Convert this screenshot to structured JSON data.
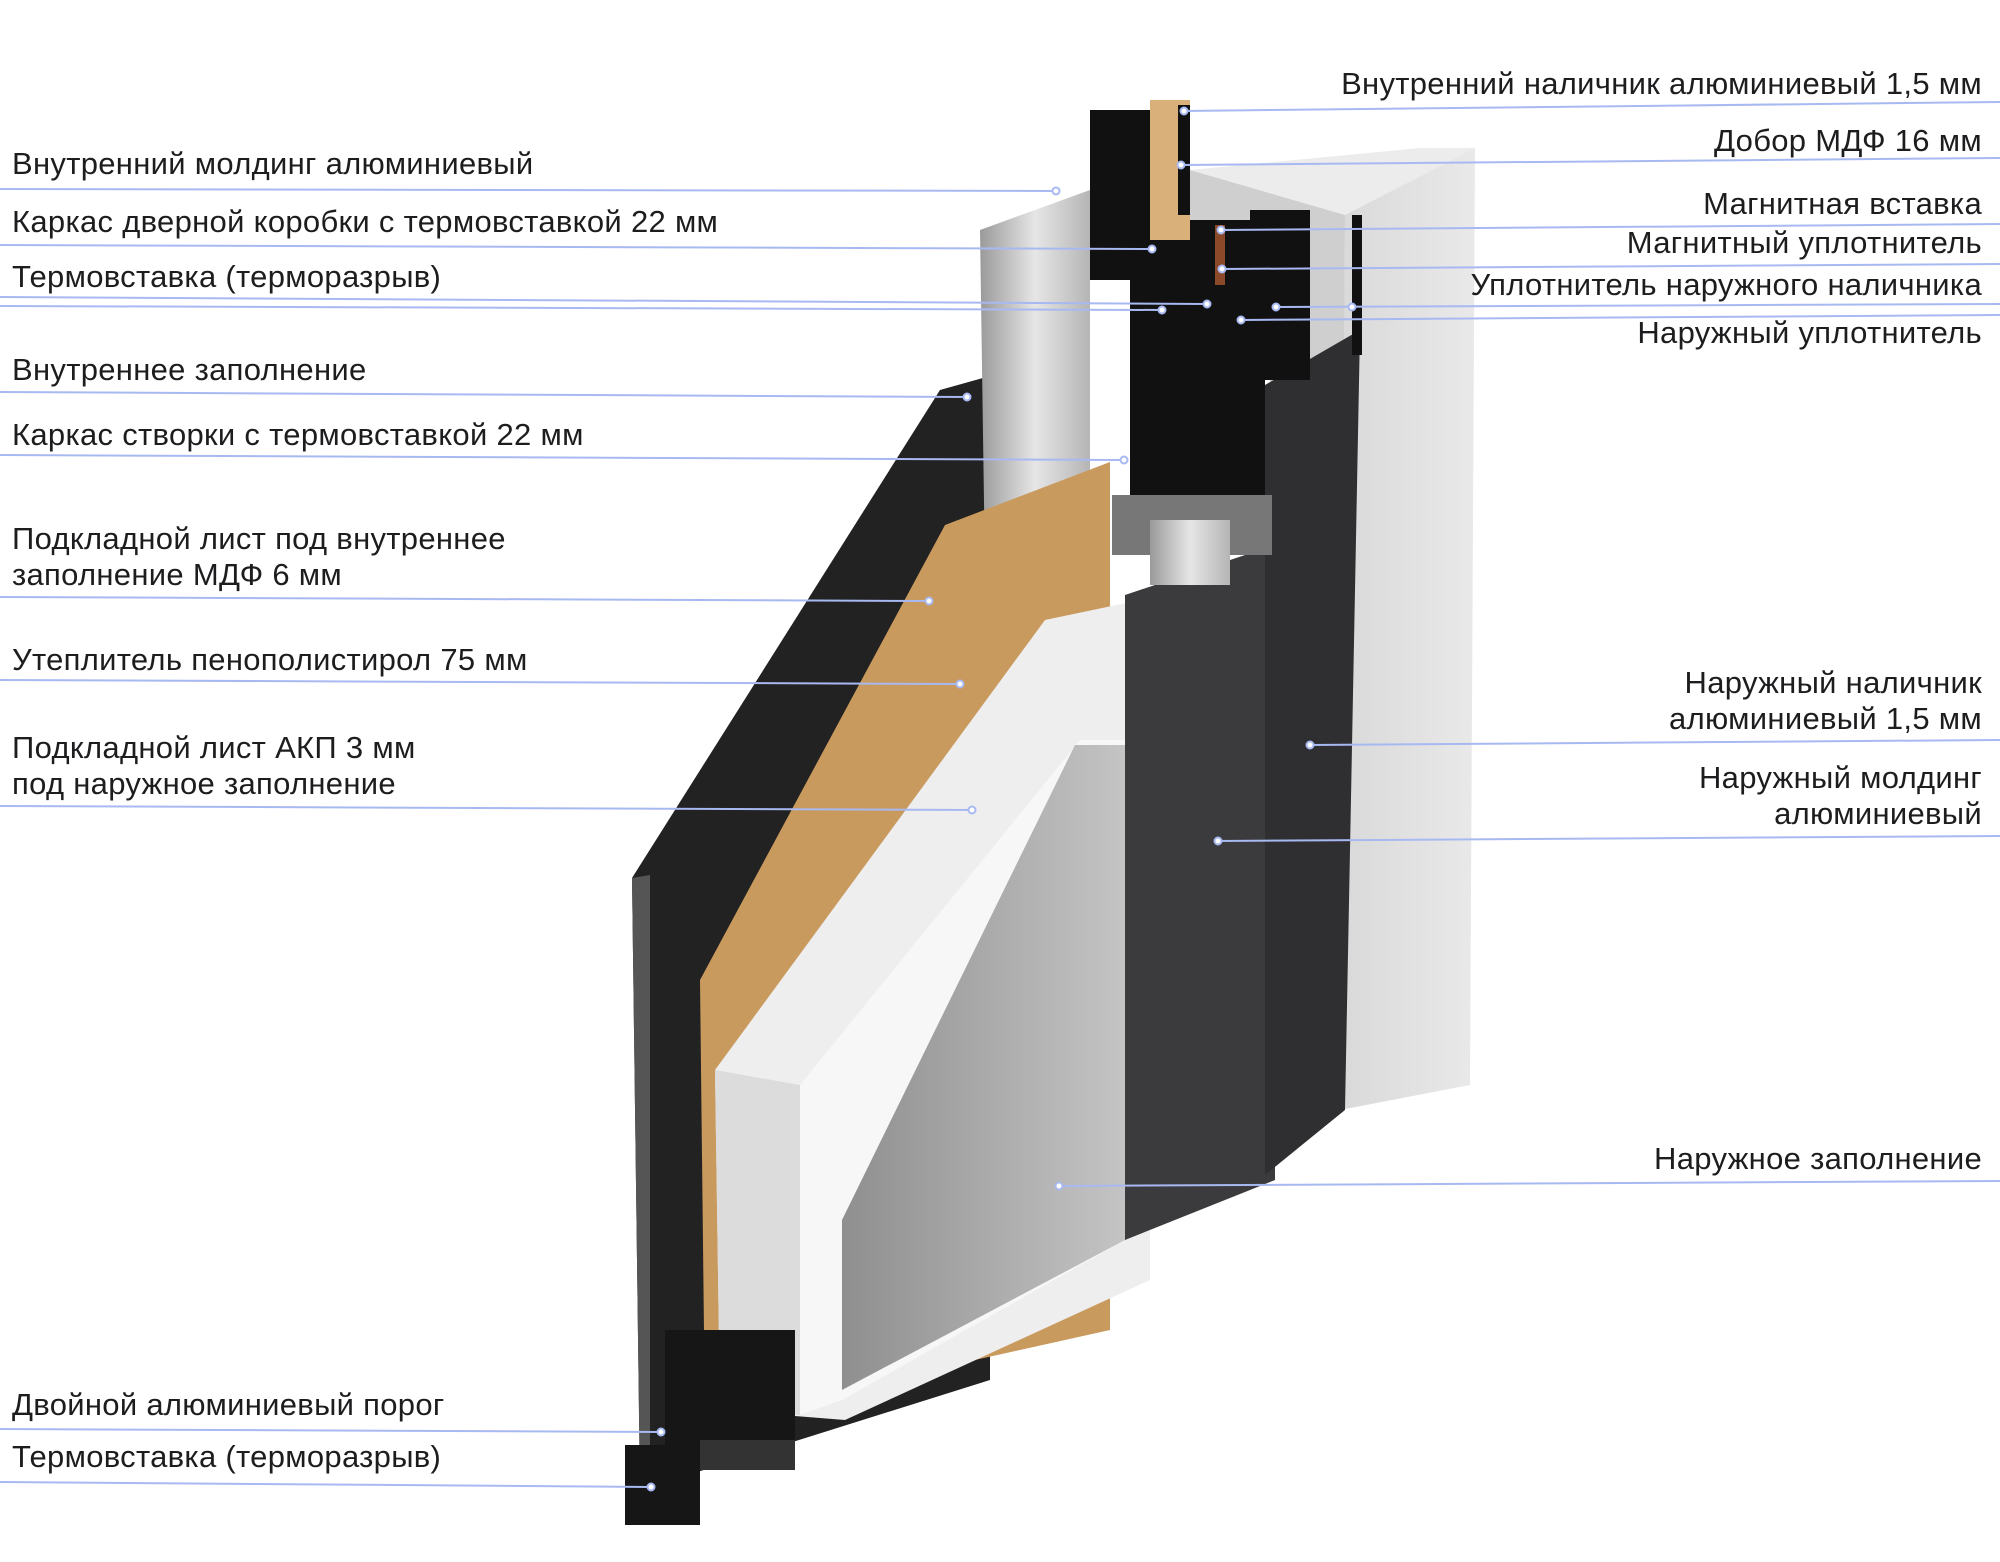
{
  "left_labels": [
    {
      "text": "Внутренний молдинг алюминиевый"
    },
    {
      "text": "Каркас дверной коробки с термовставкой 22 мм"
    },
    {
      "text": "Термовставка (терморазрыв)"
    },
    {
      "text": "Внутреннее заполнение"
    },
    {
      "text": "Каркас створки с термовставкой 22 мм"
    },
    {
      "line1": "Подкладной лист под внутреннее",
      "line2": "заполнение МДФ 6 мм"
    },
    {
      "text": "Утеплитель пенополистирол 75 мм"
    },
    {
      "line1": "Подкладной лист АКП 3 мм",
      "line2": "под наружное заполнение"
    },
    {
      "text": "Двойной алюминиевый порог"
    },
    {
      "text": "Термовставка (терморазрыв)"
    }
  ],
  "right_labels": [
    {
      "text": "Внутренний наличник алюминиевый 1,5 мм"
    },
    {
      "text": "Добор МДФ 16 мм"
    },
    {
      "text": "Магнитная вставка"
    },
    {
      "text": "Магнитный уплотнитель"
    },
    {
      "text": "Уплотнитель наружного наличника"
    },
    {
      "text": "Наружный уплотнитель"
    },
    {
      "line1": "Наружный наличник",
      "line2": "алюминиевый 1,5 мм"
    },
    {
      "line1": "Наружный молдинг",
      "line2": "алюминиевый"
    },
    {
      "text": "Наружное заполнение"
    }
  ],
  "colors": {
    "leader": "#a8b9f2",
    "text": "#1d1d1f"
  }
}
